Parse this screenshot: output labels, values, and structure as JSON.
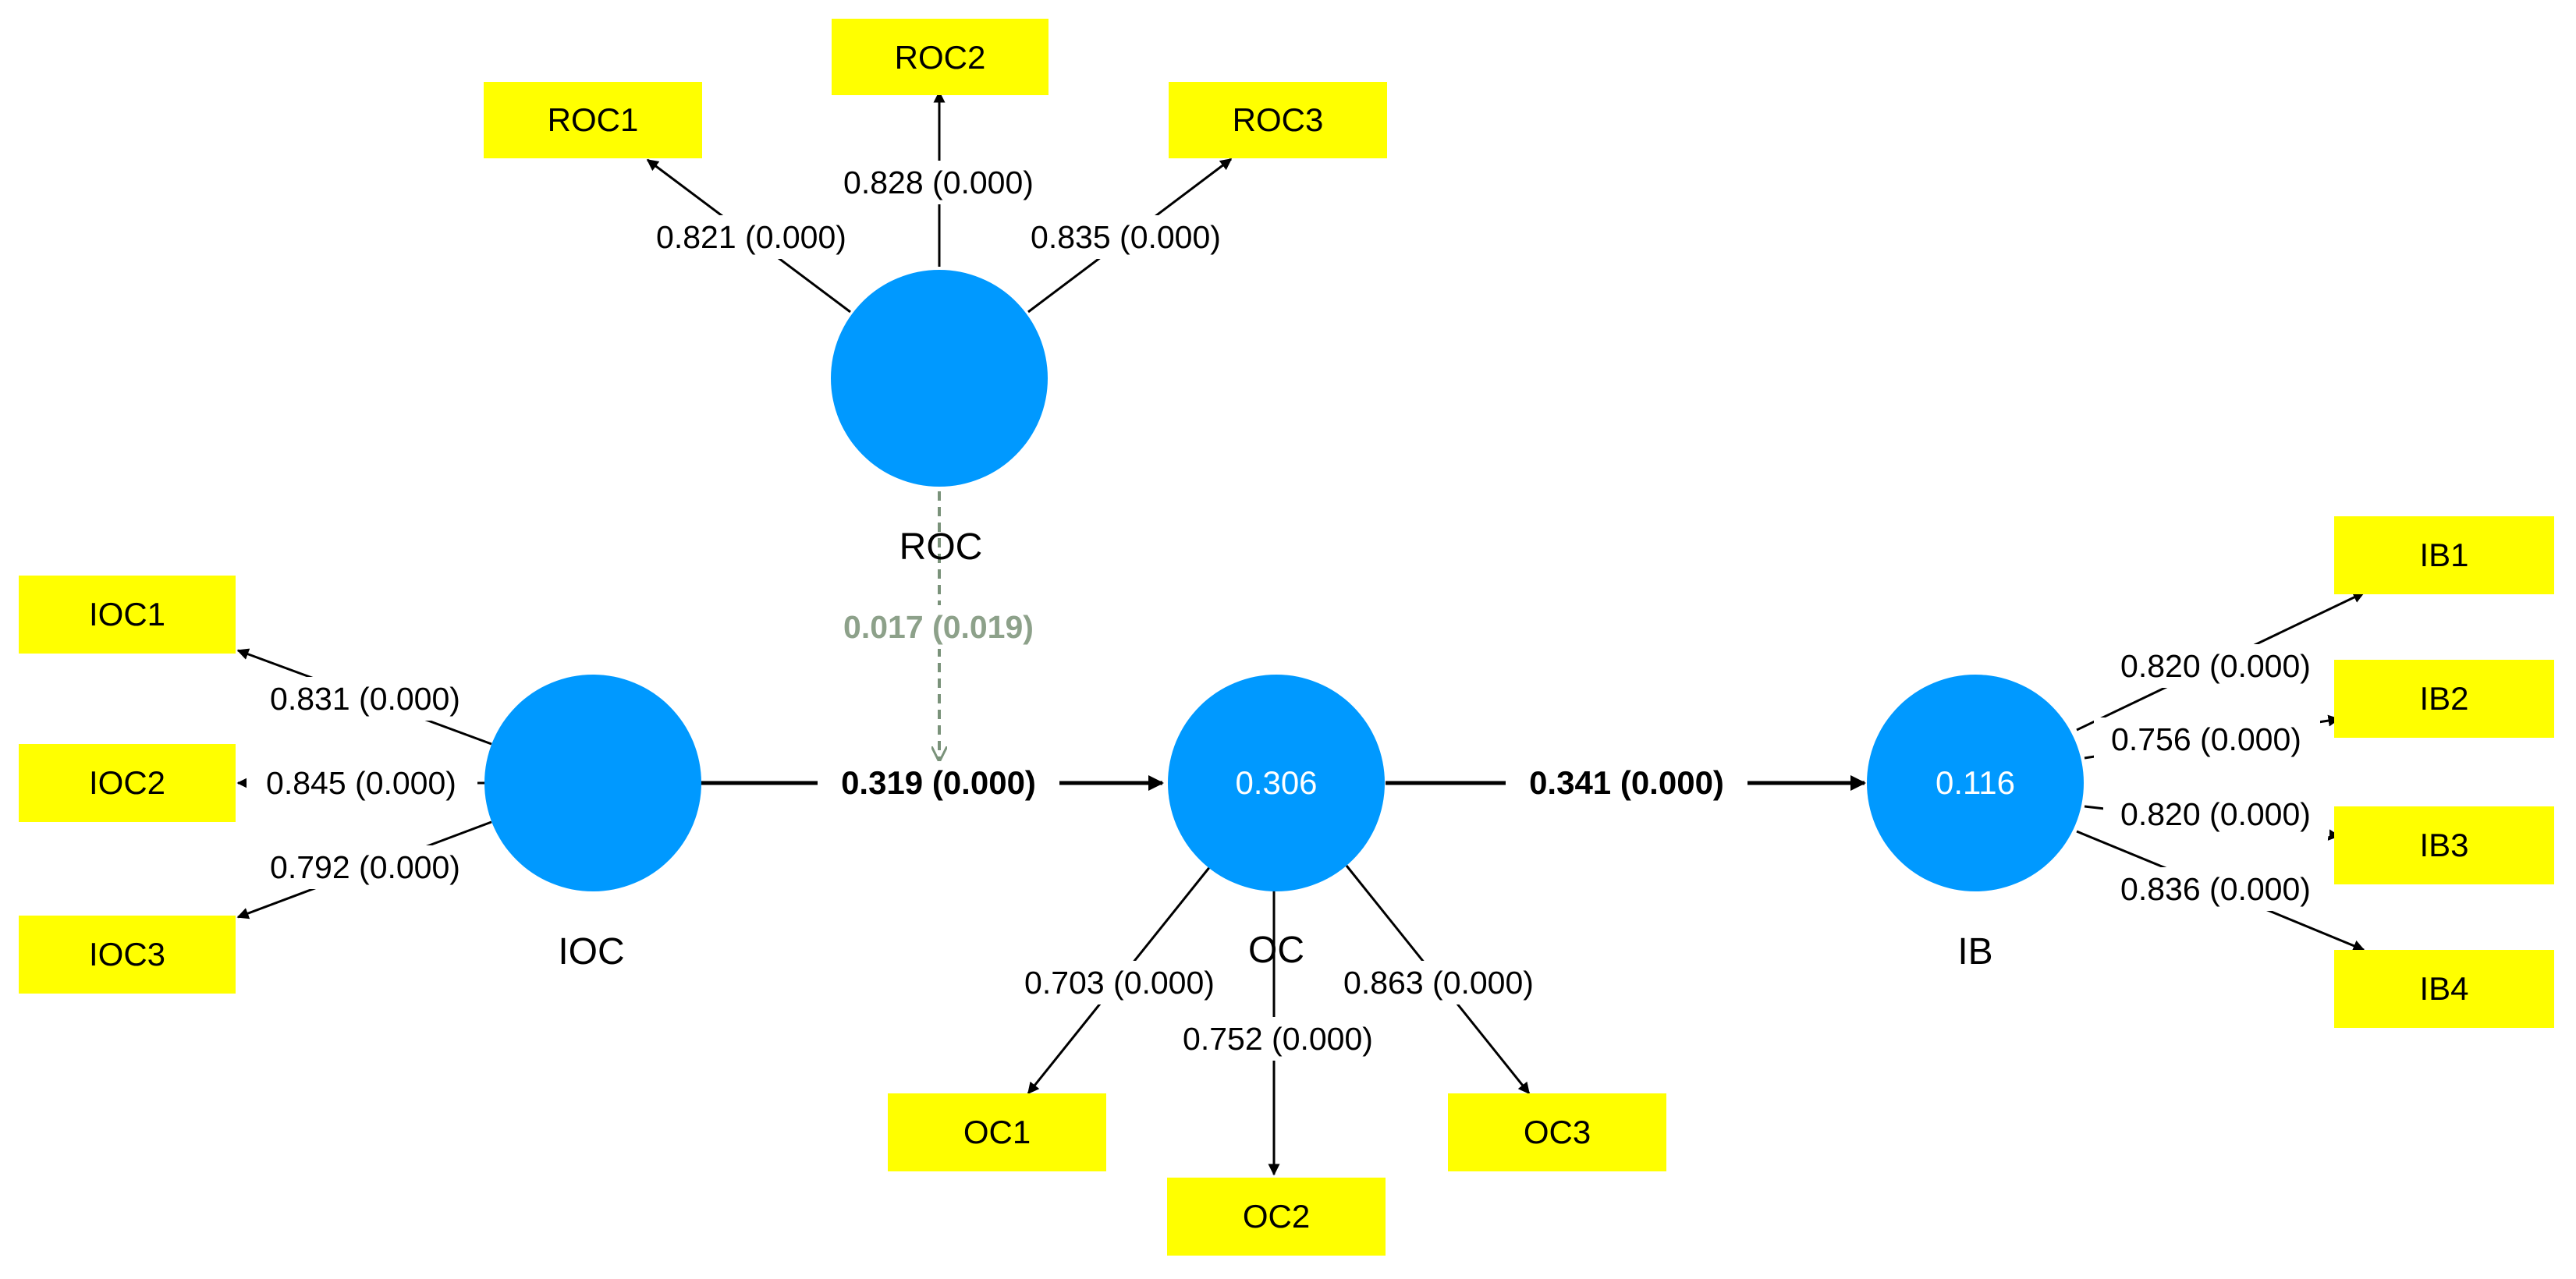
{
  "latent_variables": {
    "roc": {
      "name": "ROC",
      "r_squared": ""
    },
    "ioc": {
      "name": "IOC",
      "r_squared": ""
    },
    "oc": {
      "name": "OC",
      "r_squared": "0.306"
    },
    "ib": {
      "name": "IB",
      "r_squared": "0.116"
    }
  },
  "indicators": {
    "roc1": "ROC1",
    "roc2": "ROC2",
    "roc3": "ROC3",
    "ioc1": "IOC1",
    "ioc2": "IOC2",
    "ioc3": "IOC3",
    "oc1": "OC1",
    "oc2": "OC2",
    "oc3": "OC3",
    "ib1": "IB1",
    "ib2": "IB2",
    "ib3": "IB3",
    "ib4": "IB4"
  },
  "loadings": {
    "roc1": "0.821 (0.000)",
    "roc2": "0.828 (0.000)",
    "roc3": "0.835 (0.000)",
    "ioc1": "0.831 (0.000)",
    "ioc2": "0.845 (0.000)",
    "ioc3": "0.792 (0.000)",
    "oc1": "0.703 (0.000)",
    "oc2": "0.752 (0.000)",
    "oc3": "0.863 (0.000)",
    "ib1": "0.820 (0.000)",
    "ib2": "0.756 (0.000)",
    "ib3": "0.820 (0.000)",
    "ib4": "0.836 (0.000)"
  },
  "paths": {
    "ioc_oc": "0.319 (0.000)",
    "oc_ib": "0.341 (0.000)",
    "roc_moderation": "0.017 (0.019)"
  },
  "colors": {
    "latent_fill": "#0099ff",
    "indicator_fill": "#ffff00",
    "moderation_line": "#7a927a",
    "moderation_text": "#8da18a"
  }
}
